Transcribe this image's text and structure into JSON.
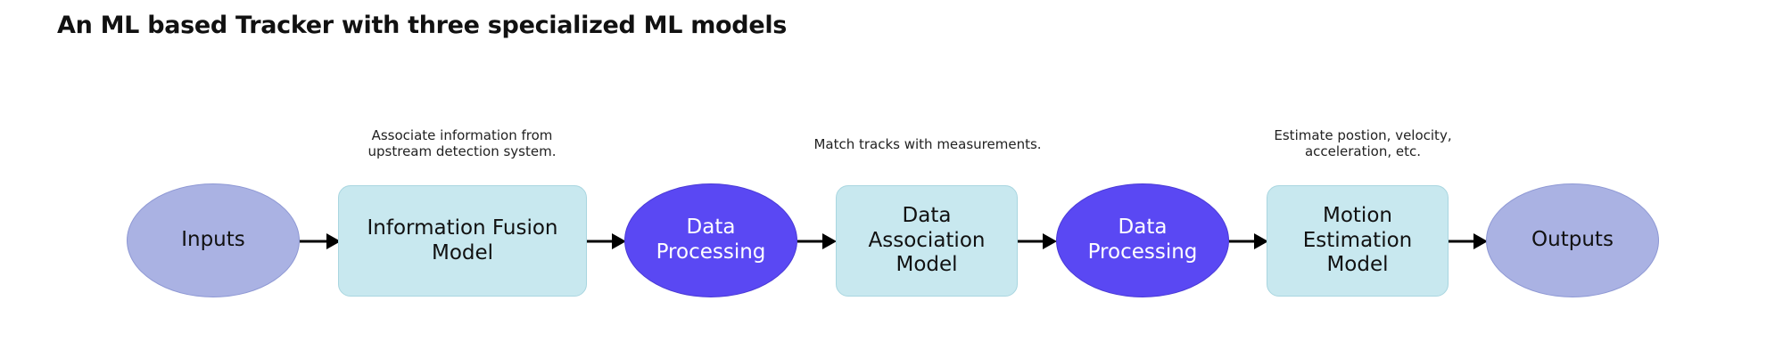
{
  "title": "An ML based Tracker with three specialized ML models",
  "nodes": {
    "inputs": "Inputs",
    "info_fusion": "Information Fusion\nModel",
    "data_processing_1": "Data\nProcessing",
    "data_association": "Data\nAssociation\nModel",
    "data_processing_2": "Data\nProcessing",
    "motion_estimation": "Motion\nEstimation\nModel",
    "outputs": "Outputs"
  },
  "notes": {
    "info_fusion": "Associate information from\nupstream detection system.",
    "data_association": "Match tracks with measurements.",
    "motion_estimation": "Estimate postion, velocity,\nacceleration, etc."
  },
  "colors": {
    "ellipse_light": "#aab2e3",
    "ellipse_dark": "#5a48f3",
    "model_box": "#c8e8ef",
    "arrow": "#000000"
  }
}
